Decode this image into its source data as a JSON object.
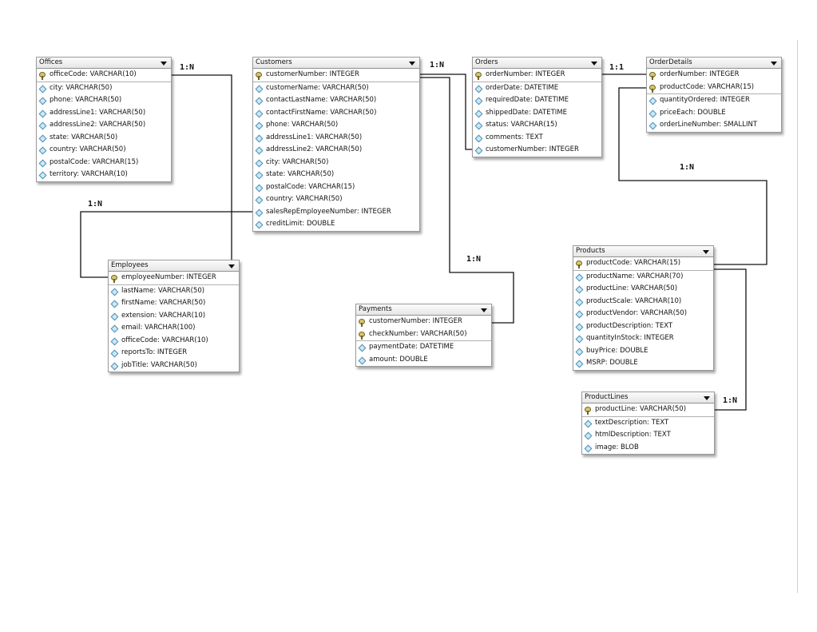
{
  "tables": [
    {
      "id": "offices",
      "name": "Offices",
      "columns": [
        {
          "text": "officeCode: VARCHAR(10)",
          "pk": true
        },
        {
          "text": "city: VARCHAR(50)"
        },
        {
          "text": "phone: VARCHAR(50)"
        },
        {
          "text": "addressLine1: VARCHAR(50)"
        },
        {
          "text": "addressLine2: VARCHAR(50)"
        },
        {
          "text": "state: VARCHAR(50)"
        },
        {
          "text": "country: VARCHAR(50)"
        },
        {
          "text": "postalCode: VARCHAR(15)"
        },
        {
          "text": "territory: VARCHAR(10)"
        }
      ]
    },
    {
      "id": "customers",
      "name": "Customers",
      "columns": [
        {
          "text": "customerNumber: INTEGER",
          "pk": true
        },
        {
          "text": "customerName: VARCHAR(50)"
        },
        {
          "text": "contactLastName: VARCHAR(50)"
        },
        {
          "text": "contactFirstName: VARCHAR(50)"
        },
        {
          "text": "phone: VARCHAR(50)"
        },
        {
          "text": "addressLine1: VARCHAR(50)"
        },
        {
          "text": "addressLine2: VARCHAR(50)"
        },
        {
          "text": "city: VARCHAR(50)"
        },
        {
          "text": "state: VARCHAR(50)"
        },
        {
          "text": "postalCode: VARCHAR(15)"
        },
        {
          "text": "country: VARCHAR(50)"
        },
        {
          "text": "salesRepEmployeeNumber: INTEGER"
        },
        {
          "text": "creditLimit: DOUBLE"
        }
      ]
    },
    {
      "id": "orders",
      "name": "Orders",
      "columns": [
        {
          "text": "orderNumber: INTEGER",
          "pk": true
        },
        {
          "text": "orderDate: DATETIME"
        },
        {
          "text": "requiredDate: DATETIME"
        },
        {
          "text": "shippedDate: DATETIME"
        },
        {
          "text": "status: VARCHAR(15)"
        },
        {
          "text": "comments: TEXT"
        },
        {
          "text": "customerNumber: INTEGER"
        }
      ]
    },
    {
      "id": "orderdetails",
      "name": "OrderDetails",
      "columns": [
        {
          "text": "orderNumber: INTEGER",
          "pk": true
        },
        {
          "text": "productCode: VARCHAR(15)",
          "pk": true
        },
        {
          "text": "quantityOrdered: INTEGER"
        },
        {
          "text": "priceEach: DOUBLE"
        },
        {
          "text": "orderLineNumber: SMALLINT"
        }
      ]
    },
    {
      "id": "employees",
      "name": "Employees",
      "columns": [
        {
          "text": "employeeNumber: INTEGER",
          "pk": true
        },
        {
          "text": "lastName: VARCHAR(50)"
        },
        {
          "text": "firstName: VARCHAR(50)"
        },
        {
          "text": "extension: VARCHAR(10)"
        },
        {
          "text": "email: VARCHAR(100)"
        },
        {
          "text": "officeCode: VARCHAR(10)"
        },
        {
          "text": "reportsTo: INTEGER"
        },
        {
          "text": "jobTitle: VARCHAR(50)"
        }
      ]
    },
    {
      "id": "payments",
      "name": "Payments",
      "columns": [
        {
          "text": "customerNumber: INTEGER",
          "pk": true
        },
        {
          "text": "checkNumber: VARCHAR(50)",
          "pk": true
        },
        {
          "text": "paymentDate: DATETIME"
        },
        {
          "text": "amount: DOUBLE"
        }
      ]
    },
    {
      "id": "products",
      "name": "Products",
      "columns": [
        {
          "text": "productCode: VARCHAR(15)",
          "pk": true
        },
        {
          "text": "productName: VARCHAR(70)"
        },
        {
          "text": "productLine: VARCHAR(50)"
        },
        {
          "text": "productScale: VARCHAR(10)"
        },
        {
          "text": "productVendor: VARCHAR(50)"
        },
        {
          "text": "productDescription: TEXT"
        },
        {
          "text": "quantityInStock: INTEGER"
        },
        {
          "text": "buyPrice: DOUBLE"
        },
        {
          "text": "MSRP: DOUBLE"
        }
      ]
    },
    {
      "id": "productlines",
      "name": "ProductLines",
      "columns": [
        {
          "text": "productLine: VARCHAR(50)",
          "pk": true
        },
        {
          "text": "textDescription: TEXT"
        },
        {
          "text": "htmlDescription: TEXT"
        },
        {
          "text": "image: BLOB"
        }
      ]
    }
  ],
  "relationships": [
    {
      "id": "offices-employees",
      "label": "1:N"
    },
    {
      "id": "customers-orders",
      "label": "1:N"
    },
    {
      "id": "orders-orderdetails",
      "label": "1:1"
    },
    {
      "id": "employees-customers",
      "label": "1:N"
    },
    {
      "id": "customers-payments",
      "label": "1:N"
    },
    {
      "id": "products-orderdetails",
      "label": "1:N"
    },
    {
      "id": "productlines-products",
      "label": "1:N"
    }
  ]
}
